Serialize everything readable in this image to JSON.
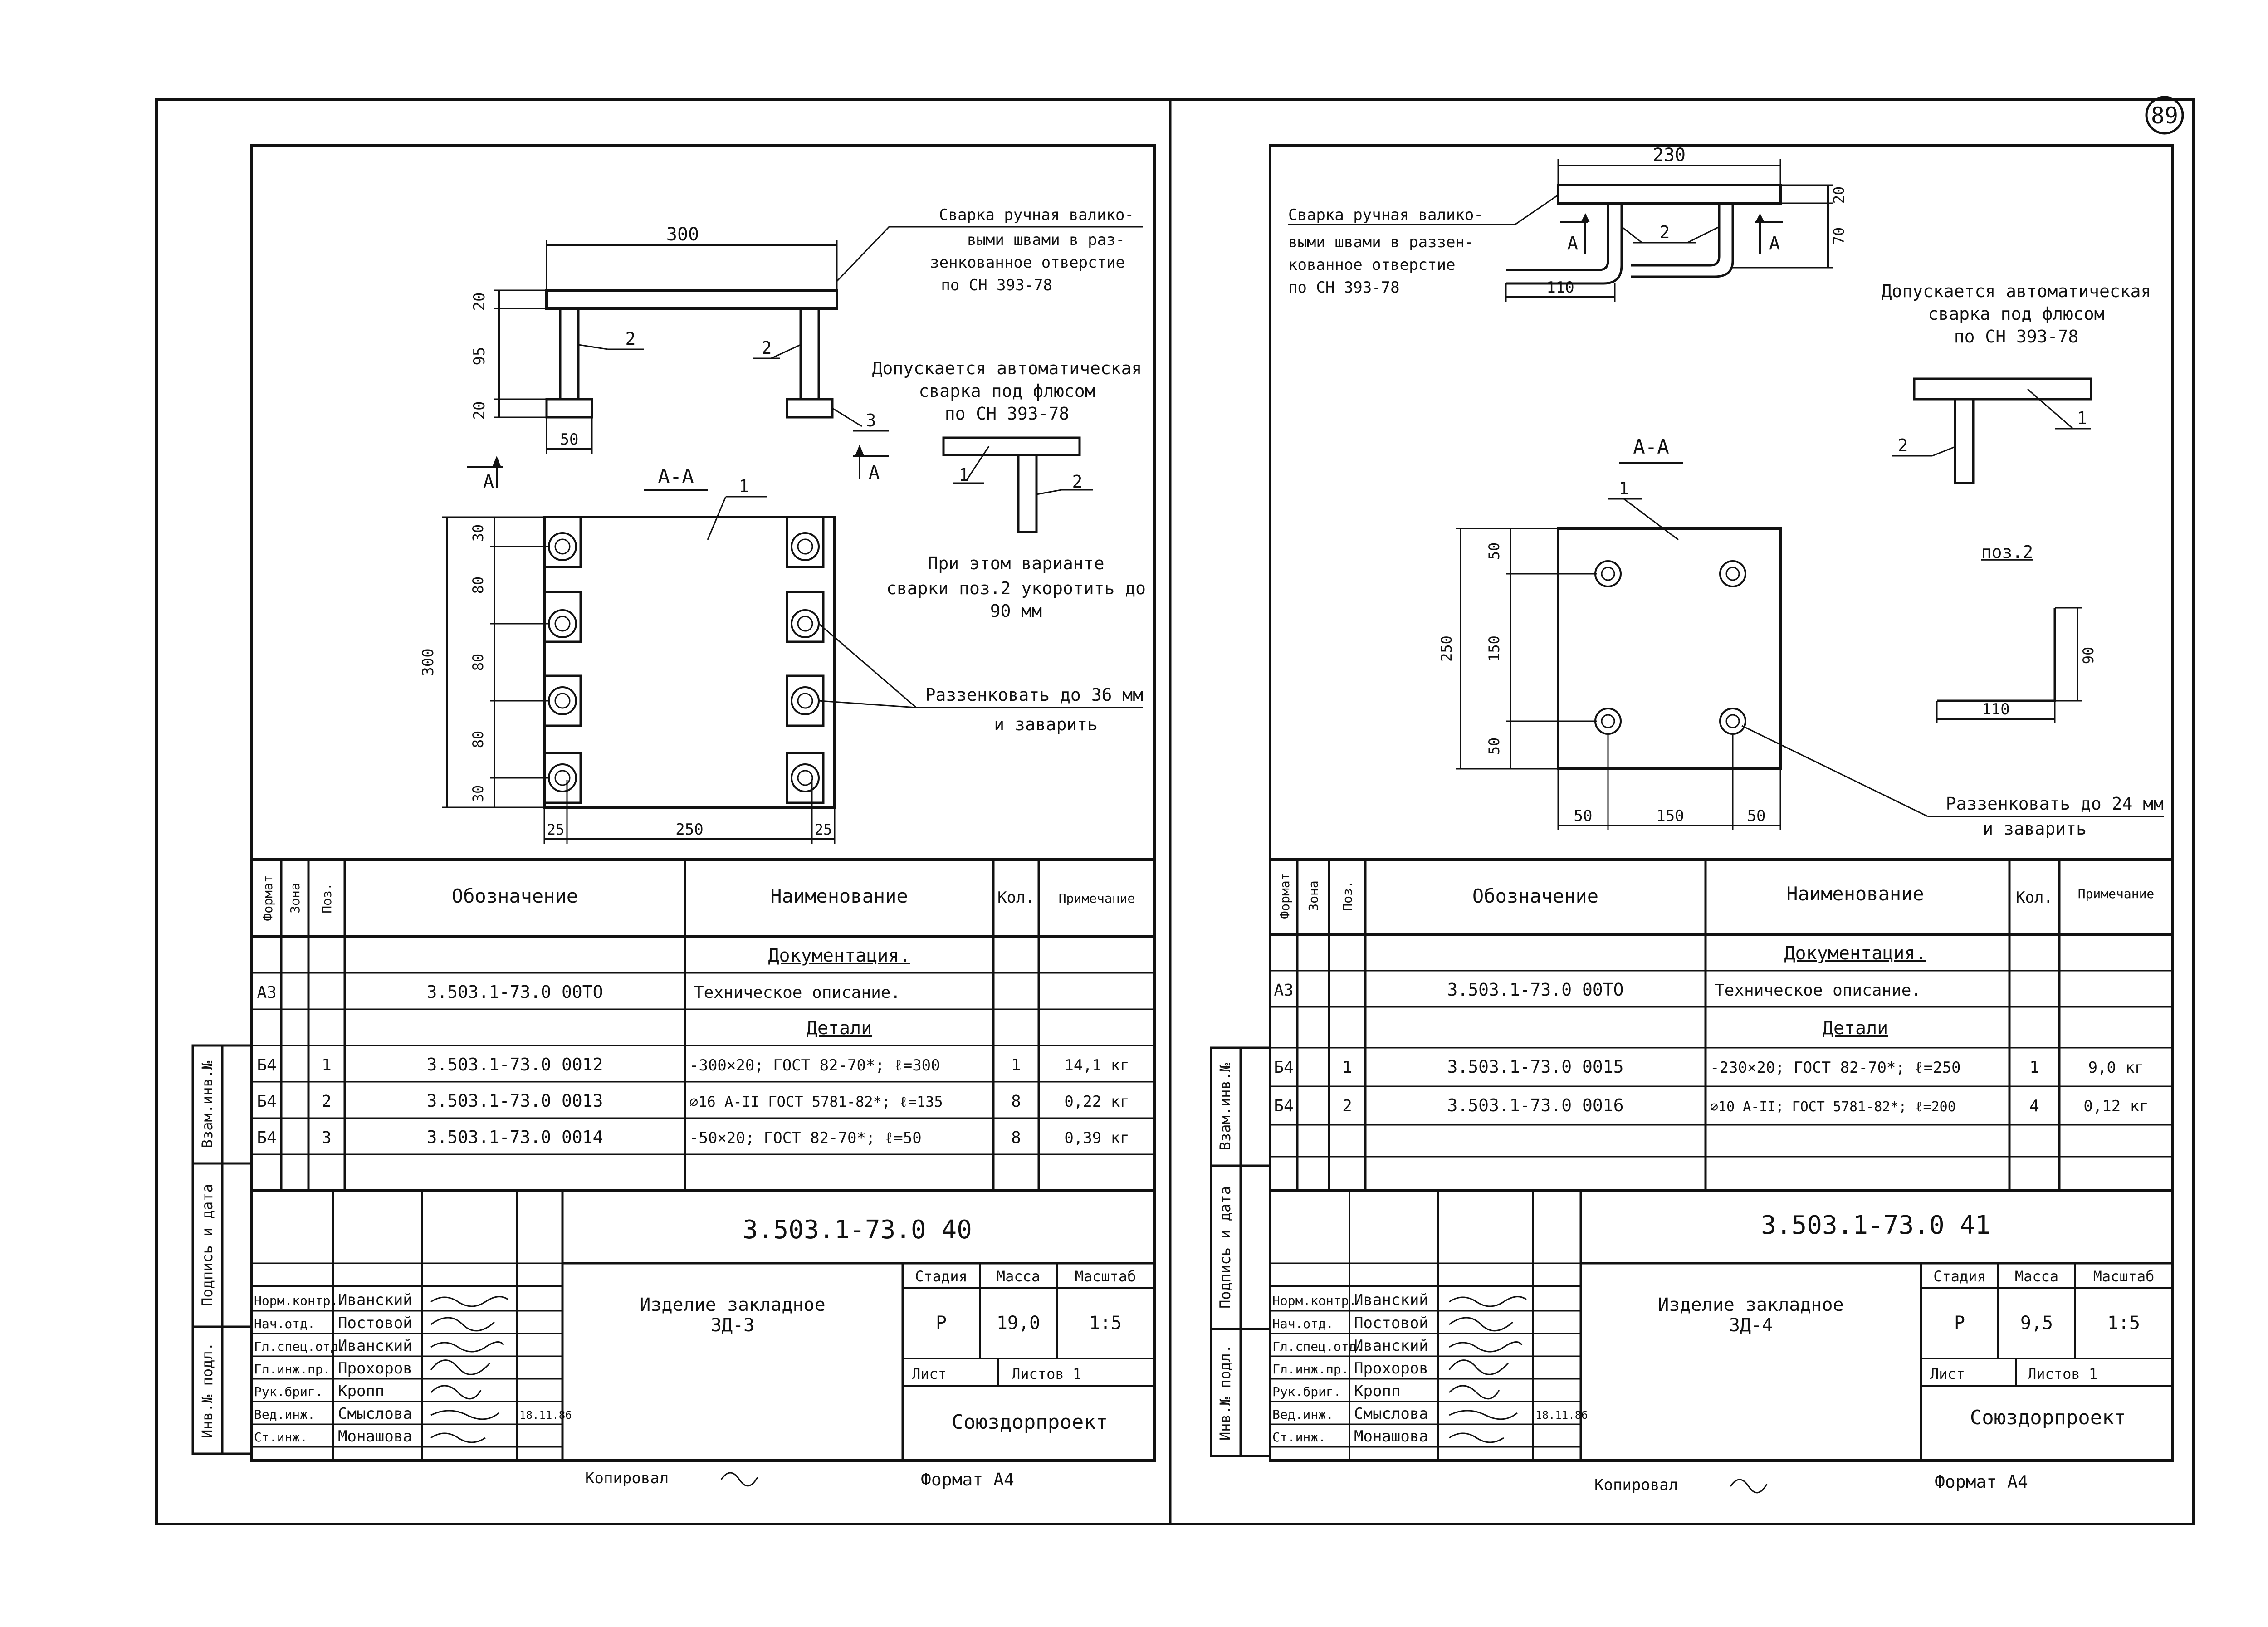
{
  "sheet_number": "89",
  "left": {
    "weld_note": [
      "Сварка ручная валико-",
      "выми швами в раз-",
      "зенкованное отверстие",
      "по СН 393-78"
    ],
    "auto_weld_note": [
      "Допускается автоматическая",
      "сварка под флюсом",
      "по СН 393-78"
    ],
    "variant_note": [
      "При этом варианте",
      "сварки поз.2 укоротить до",
      "90 мм"
    ],
    "countersink_note": [
      "Раззенковать до 36 мм",
      "и заварить"
    ],
    "section_label": "А-А",
    "section_mark": "А",
    "dims": {
      "top_width": "300",
      "d20a": "20",
      "d95": "95",
      "d20b": "20",
      "d50": "50",
      "side": "300",
      "d30a": "30",
      "d80a": "80",
      "d80b": "80",
      "d80c": "80",
      "d30b": "30",
      "d25a": "25",
      "d250": "250",
      "d25b": "25"
    },
    "callouts": {
      "p1": "1",
      "p2a": "2",
      "p2b": "2",
      "p3": "3",
      "v1": "1",
      "v2": "2"
    },
    "spec": {
      "headers": {
        "format": "Формат",
        "zone": "Зона",
        "pos": "Поз.",
        "designation": "Обозначение",
        "name": "Наименование",
        "qty": "Кол.",
        "note": "Примечание"
      },
      "section_docs": "Документация.",
      "section_parts": "Детали",
      "doc_row": {
        "format": "А3",
        "designation": "3.503.1-73.0 00ТО",
        "name": "Техническое описание."
      },
      "rows": [
        {
          "format": "Б4",
          "pos": "1",
          "designation": "3.503.1-73.0 0012",
          "name": "-300×20; ГОСТ 82-70*; ℓ=300",
          "qty": "1",
          "note": "14,1 кг"
        },
        {
          "format": "Б4",
          "pos": "2",
          "designation": "3.503.1-73.0 0013",
          "name": "⌀16 А-II ГОСТ 5781-82*; ℓ=135",
          "qty": "8",
          "note": "0,22 кг"
        },
        {
          "format": "Б4",
          "pos": "3",
          "designation": "3.503.1-73.0 0014",
          "name": "-50×20; ГОСТ 82-70*; ℓ=50",
          "qty": "8",
          "note": "0,39 кг"
        }
      ]
    },
    "title_block": {
      "doc_code": "3.503.1-73.0 40",
      "item_name": [
        "Изделие закладное",
        "ЗД-3"
      ],
      "stage_label": "Стадия",
      "mass_label": "Масса",
      "scale_label": "Масштаб",
      "stage": "Р",
      "mass": "19,0",
      "scale": "1:5",
      "sheet_label": "Лист",
      "sheets_label": "Листов 1",
      "org": "Союздорпроект",
      "people": [
        {
          "role": "Норм.контр.",
          "name": "Иванский"
        },
        {
          "role": "Нач.отд.",
          "name": "Постовой"
        },
        {
          "role": "Гл.спец.отд.",
          "name": "Иванский"
        },
        {
          "role": "Гл.инж.пр.",
          "name": "Прохоров"
        },
        {
          "role": "Рук.бриг.",
          "name": "Кропп"
        },
        {
          "role": "Вед.инж.",
          "name": "Смыслова"
        },
        {
          "role": "Ст.инж.",
          "name": "Монашова"
        }
      ],
      "date": "18.11.86"
    },
    "side_stamp": [
      "Взам.инв.№",
      "Подпись и дата",
      "Инв.№ подл."
    ],
    "copied": "Копировал",
    "format": "Формат А4"
  },
  "right": {
    "weld_note": [
      "Сварка ручная валико-",
      "выми швами в раззен-",
      "кованное отверстие",
      "по СН 393-78"
    ],
    "auto_weld_note": [
      "Допускается автоматическая",
      "сварка под флюсом",
      "по СН 393-78"
    ],
    "countersink_note": [
      "Раззенковать до 24 мм",
      "и заварить"
    ],
    "section_label": "А-А",
    "section_mark": "А",
    "pos2_label": "поз.2",
    "dims": {
      "top_width": "230",
      "d20": "20",
      "d70": "70",
      "d110": "110",
      "side": "250",
      "d50a": "50",
      "d150": "150",
      "d50b": "50",
      "d50c": "50",
      "d150h": "150",
      "d50d": "50",
      "p2_110": "110",
      "p2_90": "90"
    },
    "callouts": {
      "p1": "1",
      "p2": "2",
      "v1": "1",
      "v2": "2"
    },
    "spec": {
      "headers": {
        "format": "Формат",
        "zone": "Зона",
        "pos": "Поз.",
        "designation": "Обозначение",
        "name": "Наименование",
        "qty": "Кол.",
        "note": "Примечание"
      },
      "section_docs": "Документация.",
      "section_parts": "Детали",
      "doc_row": {
        "format": "А3",
        "designation": "3.503.1-73.0 00ТО",
        "name": "Техническое описание."
      },
      "rows": [
        {
          "format": "Б4",
          "pos": "1",
          "designation": "3.503.1-73.0 0015",
          "name": "-230×20; ГОСТ 82-70*; ℓ=250",
          "qty": "1",
          "note": "9,0 кг"
        },
        {
          "format": "Б4",
          "pos": "2",
          "designation": "3.503.1-73.0 0016",
          "name": "⌀10 А-II; ГОСТ 5781-82*; ℓ=200",
          "qty": "4",
          "note": "0,12 кг"
        }
      ]
    },
    "title_block": {
      "doc_code": "3.503.1-73.0 41",
      "item_name": [
        "Изделие закладное",
        "ЗД-4"
      ],
      "stage_label": "Стадия",
      "mass_label": "Масса",
      "scale_label": "Масштаб",
      "stage": "Р",
      "mass": "9,5",
      "scale": "1:5",
      "sheet_label": "Лист",
      "sheets_label": "Листов 1",
      "org": "Союздорпроект",
      "people": [
        {
          "role": "Норм.контр.",
          "name": "Иванский"
        },
        {
          "role": "Нач.отд.",
          "name": "Постовой"
        },
        {
          "role": "Гл.спец.отд.",
          "name": "Иванский"
        },
        {
          "role": "Гл.инж.пр.",
          "name": "Прохоров"
        },
        {
          "role": "Рук.бриг.",
          "name": "Кропп"
        },
        {
          "role": "Вед.инж.",
          "name": "Смыслова"
        },
        {
          "role": "Ст.инж.",
          "name": "Монашова"
        }
      ],
      "date": "18.11.86"
    },
    "side_stamp": [
      "Взам.инв.№",
      "Подпись и дата",
      "Инв.№ подл."
    ],
    "copied": "Копировал",
    "format": "Формат А4"
  }
}
